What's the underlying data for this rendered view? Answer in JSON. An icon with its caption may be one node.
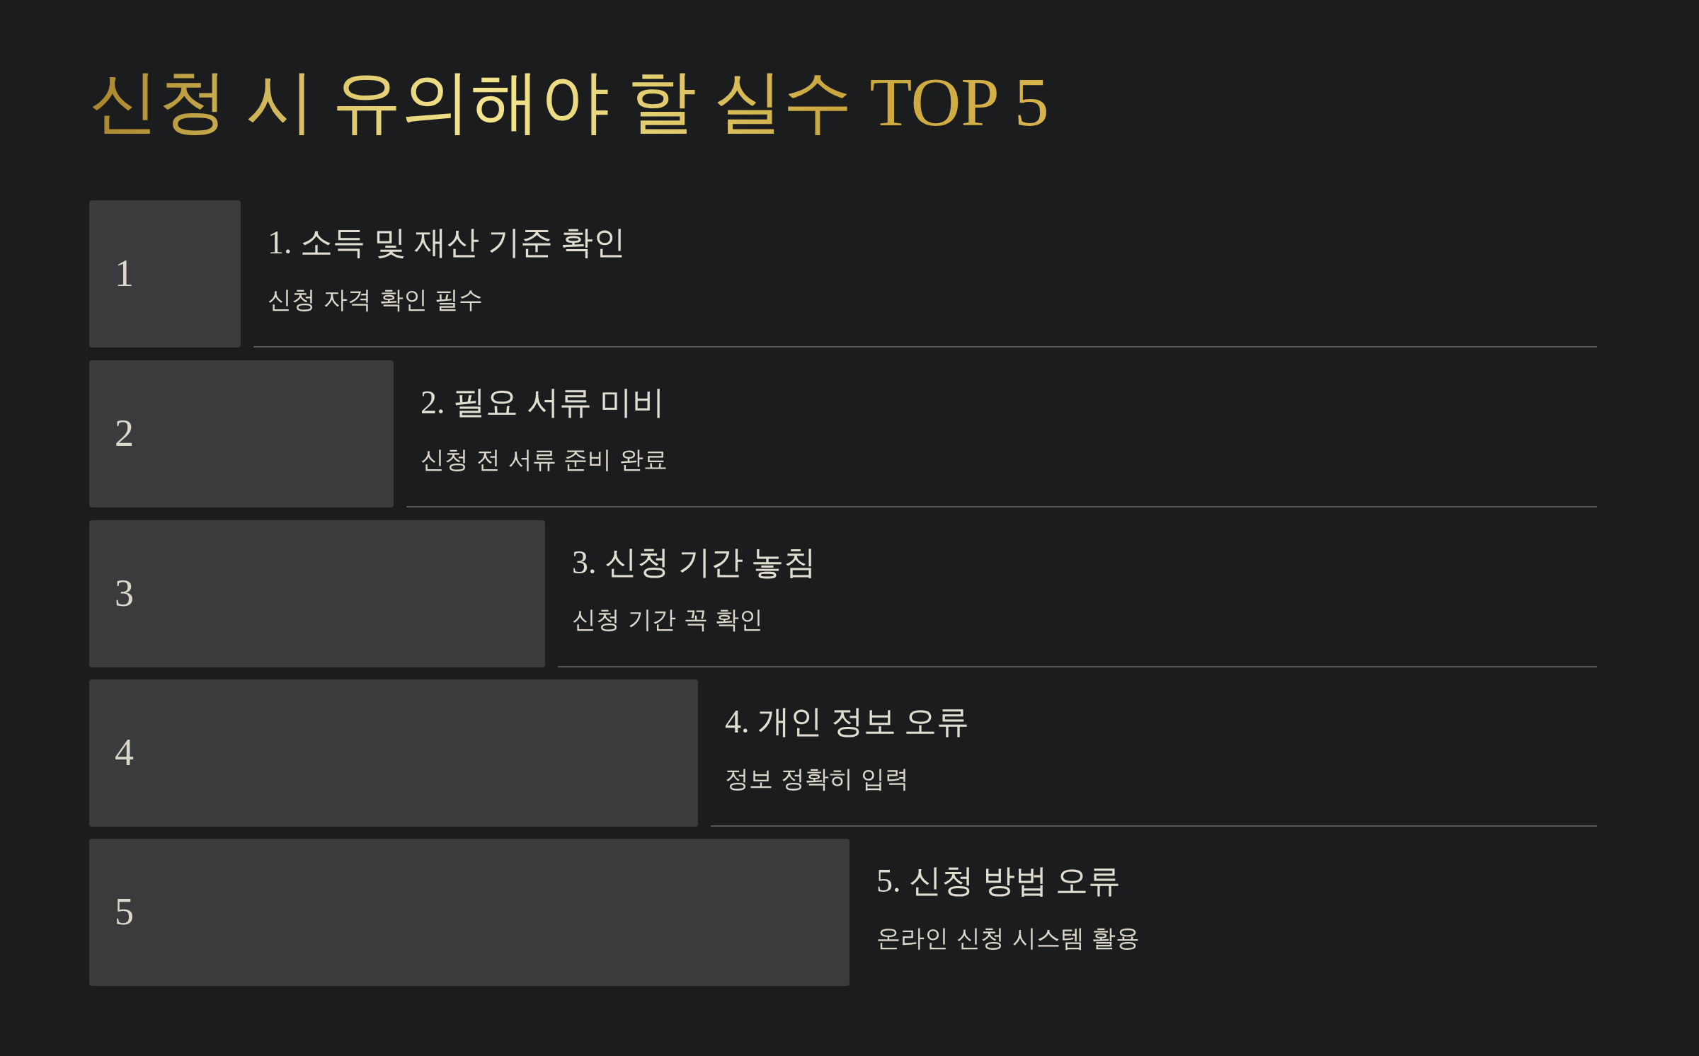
{
  "diagram": {
    "title": "신청 시 유의해야 할 실수 TOP 5",
    "nodes": [
      {
        "text": [
          "1"
        ],
        "beside": [
          "1. 소득 및 재산 기준 확인",
          "신청 자격 확인 필수"
        ]
      },
      {
        "text": [
          "2"
        ],
        "beside": [
          "2. 필요 서류 미비",
          "신청 전 서류 준비 완료"
        ]
      },
      {
        "text": [
          "3"
        ],
        "beside": [
          "3. 신청 기간 놓침",
          "신청 기간 꼭 확인"
        ]
      },
      {
        "text": [
          "4"
        ],
        "beside": [
          "4. 개인 정보 오류",
          "정보 정확히 입력"
        ]
      },
      {
        "text": [
          "5"
        ],
        "beside": [
          "5. 신청 방법 오류",
          "온라인 신청 시스템 활용"
        ]
      }
    ]
  }
}
